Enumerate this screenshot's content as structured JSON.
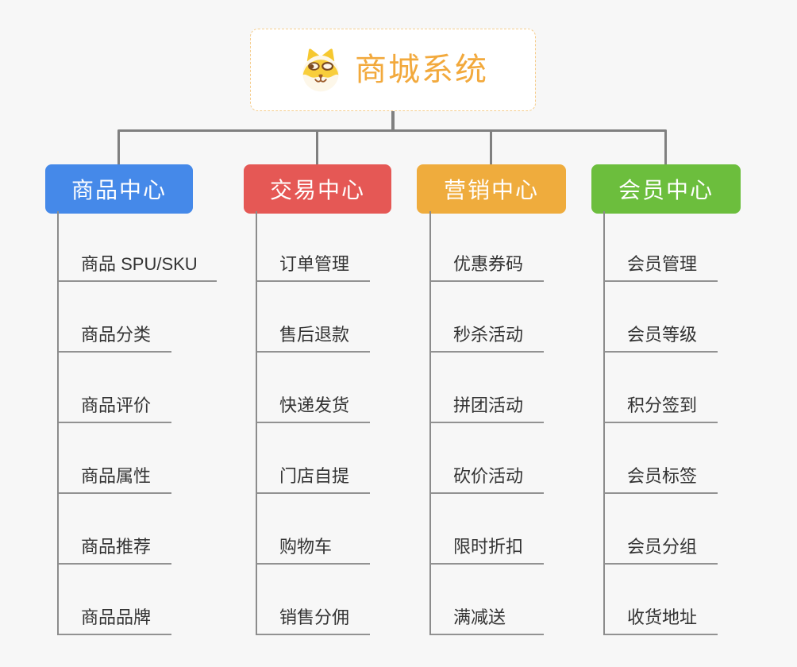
{
  "root_node": {
    "title": "商城系统",
    "title_color": "#F2A93C",
    "border_color": "#F5CD8E",
    "icon": "dog-face-icon"
  },
  "connector_color": "#808080",
  "child_line_color": "#929292",
  "branches": [
    {
      "label": "商品中心",
      "color": "#4589E9",
      "children": [
        "商品 SPU/SKU",
        "商品分类",
        "商品评价",
        "商品属性",
        "商品推荐",
        "商品品牌"
      ]
    },
    {
      "label": "交易中心",
      "color": "#E55855",
      "children": [
        "订单管理",
        "售后退款",
        "快递发货",
        "门店自提",
        "购物车",
        "销售分佣"
      ]
    },
    {
      "label": "营销中心",
      "color": "#EFAC3D",
      "children": [
        "优惠券码",
        "秒杀活动",
        "拼团活动",
        "砍价活动",
        "限时折扣",
        "满减送"
      ]
    },
    {
      "label": "会员中心",
      "color": "#6CBE3D",
      "children": [
        "会员管理",
        "会员等级",
        "积分签到",
        "会员标签",
        "会员分组",
        "收货地址"
      ]
    }
  ]
}
